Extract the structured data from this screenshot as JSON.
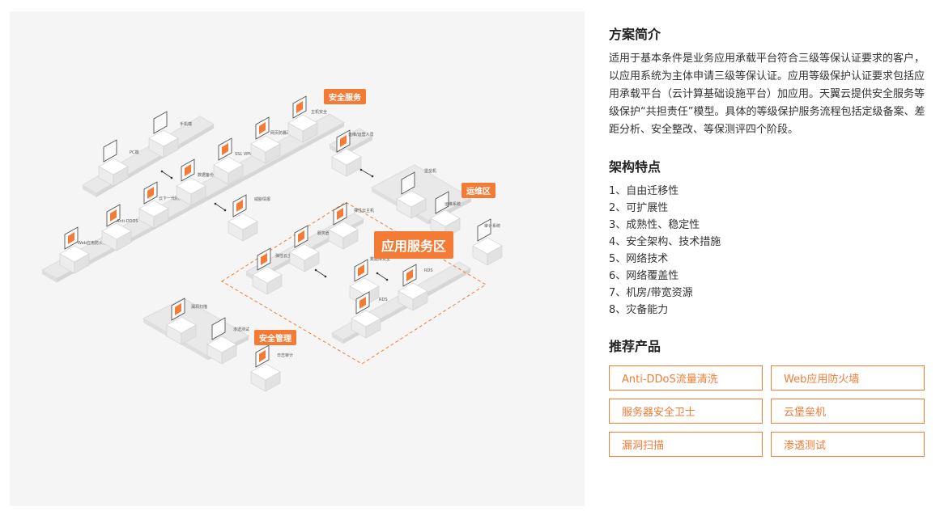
{
  "diagram": {
    "zones": {
      "security_service": "安全服务",
      "ops": "运维区",
      "app_service": "应用服务区",
      "security_mgmt": "安全管理"
    },
    "nodes": {
      "mobile": "手机端",
      "pc": "PC端",
      "data_backup": "数据备份",
      "next_gen_firewall": "云下一代防火墙",
      "anti_ddos": "Anti-DDOS",
      "waf": "Web应用防火墙",
      "ssl_vpn": "SSL VPN",
      "web_tamper": "网页防篡改",
      "threat_intel": "威胁情报",
      "host_security_outer": "主机安全",
      "personnel": "运维/运营人员",
      "bastion": "堡垒机",
      "ops_system": "运维系统",
      "audit_system": "审计系统",
      "elastic_host_top": "弹性云主机",
      "server_guard": "服务器安全卫士",
      "elastic_host_left": "弹性云主机",
      "db_audit": "数据库安全",
      "rds_top": "RDS",
      "rds_bottom": "RDS",
      "vuln_scan": "漏洞扫描",
      "pentest": "渗透测试",
      "log_audit": "日志审计"
    }
  },
  "panel": {
    "intro_title": "方案简介",
    "intro_text": "适用于基本条件是业务应用承载平台符合三级等保认证要求的客户，以应用系统为主体申请三级等保认证。应用等级保护认证要求包括应用承载平台（云计算基础设施平台）加应用。天翼云提供安全服务等级保护“共担责任”模型。具体的等级保护服务流程包括定级备案、差距分析、安全整改、等保测评四个阶段。",
    "features_title": "架构特点",
    "features": [
      "1、自由迁移性",
      "2、可扩展性",
      "3、成熟性、稳定性",
      "4、安全架构、技术措施",
      "5、网络技术",
      "6、网络覆盖性",
      "7、机房/带宽资源",
      "8、灾备能力"
    ],
    "products_title": "推荐产品",
    "products": [
      "Anti-DDoS流量清洗",
      "Web应用防火墙",
      "服务器安全卫士",
      "云堡垒机",
      "漏洞扫描",
      "渗透测试"
    ]
  },
  "colors": {
    "accent": "#f47b36",
    "diagram_bg": "#f5f5f5",
    "platform": "#e9e9e9"
  }
}
